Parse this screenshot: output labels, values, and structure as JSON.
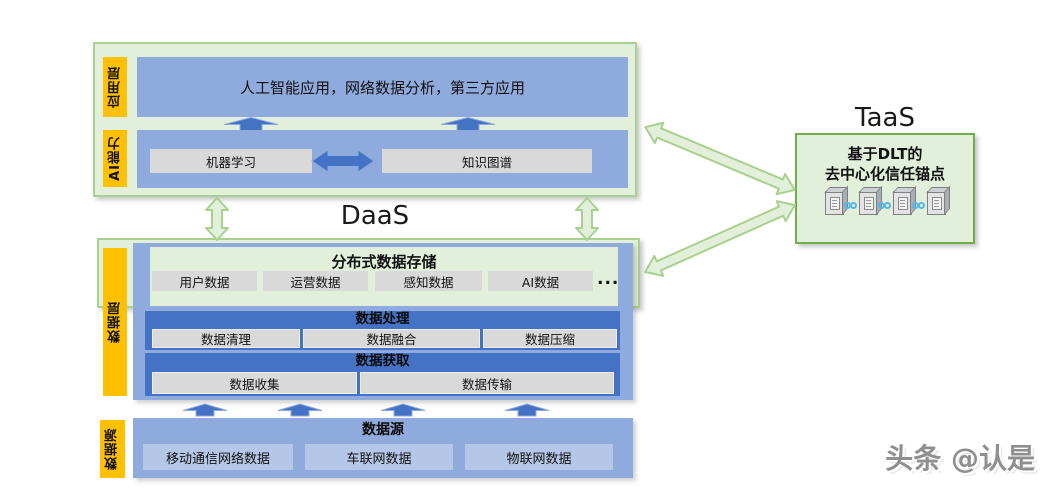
{
  "app_layer": {
    "label": "应用层",
    "content": "人工智能应用，网络数据分析，第三方应用"
  },
  "ai_layer": {
    "label": "AI能力",
    "items": [
      "机器学习",
      "知识图谱"
    ]
  },
  "daas": {
    "title": "DaaS"
  },
  "data_layer": {
    "label": "数据层",
    "storage": {
      "title": "分布式数据存储",
      "items": [
        "用户数据",
        "运营数据",
        "感知数据",
        "AI数据"
      ],
      "more": "..."
    },
    "processing": {
      "title": "数据处理",
      "items": [
        "数据清理",
        "数据融合",
        "数据压缩"
      ]
    },
    "acquisition": {
      "title": "数据获取",
      "items": [
        "数据收集",
        "数据传输"
      ]
    }
  },
  "source_layer": {
    "label": "数据源",
    "title": "数据源",
    "items": [
      "移动通信网络数据",
      "车联网数据",
      "物联网数据"
    ]
  },
  "taas": {
    "title": "TaaS",
    "line1": "基于DLT的",
    "line2": "去中心化信任锚点"
  },
  "watermark": "头条 @认是",
  "colors": {
    "light_green": "#e2efda",
    "green_border": "#a9d18e",
    "taas_border": "#70ad47",
    "light_blue": "#8faadc",
    "medium_blue": "#4472c4",
    "chip_gray": "#d9d9d9",
    "source_chip_blue": "#b4c7e7",
    "label_orange": "#ffc000"
  }
}
